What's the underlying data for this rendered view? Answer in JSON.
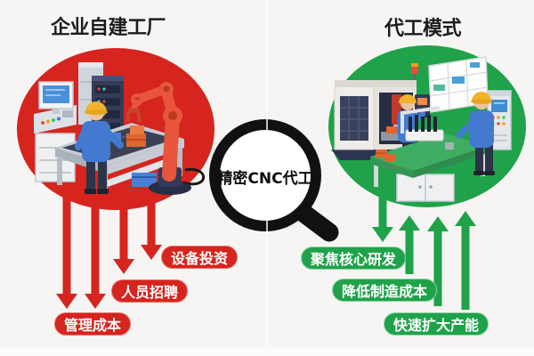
{
  "colors": {
    "red": "#d6241e",
    "green": "#1fa24a",
    "background": "#f6f5f3",
    "magnifier_black": "#111111",
    "robot_orange": "#e8553c",
    "worker_blue": "#4379cf",
    "helmet_yellow": "#f2b32a"
  },
  "left": {
    "title": "企业自建工厂",
    "theme": "red",
    "arrow_direction": "down",
    "scene": "factory-with-robot-arm-conveyor-and-worker",
    "labels": [
      "设备投资",
      "人员招聘",
      "管理成本"
    ]
  },
  "right": {
    "title": "代工模式",
    "theme": "green",
    "arrow_direction": "up",
    "scene": "cnc-machine-workbench-planning-board-two-workers",
    "labels": [
      "聚焦核心研发",
      "降低制造成本",
      "快速扩大产能"
    ]
  },
  "center": {
    "magnifier_label": "精密CNC代工"
  }
}
